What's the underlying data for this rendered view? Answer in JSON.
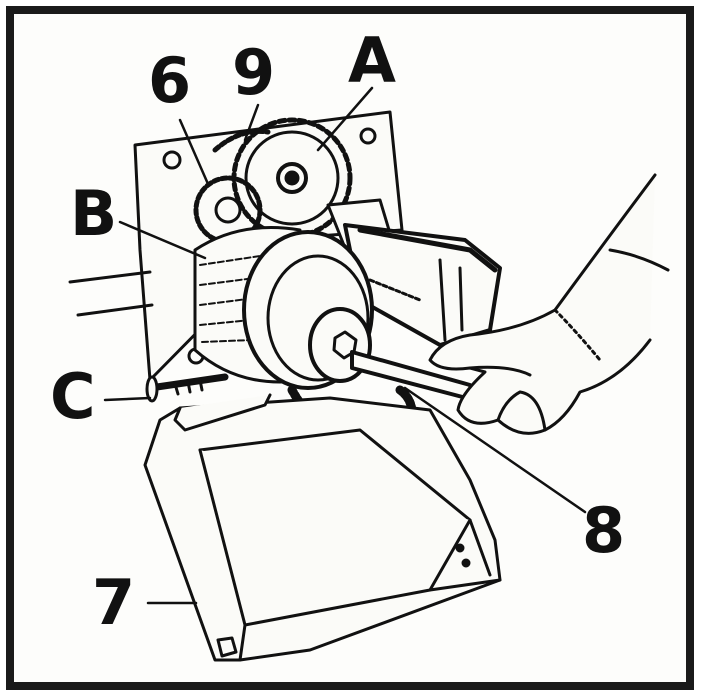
{
  "labels": {
    "six": "6",
    "nine": "9",
    "a": "A",
    "b": "B",
    "c": "C",
    "seven": "7",
    "eight": "8"
  },
  "colors": {
    "ink": "#111111",
    "paper": "#fdfdfb",
    "frame": "#1a1a1a"
  }
}
